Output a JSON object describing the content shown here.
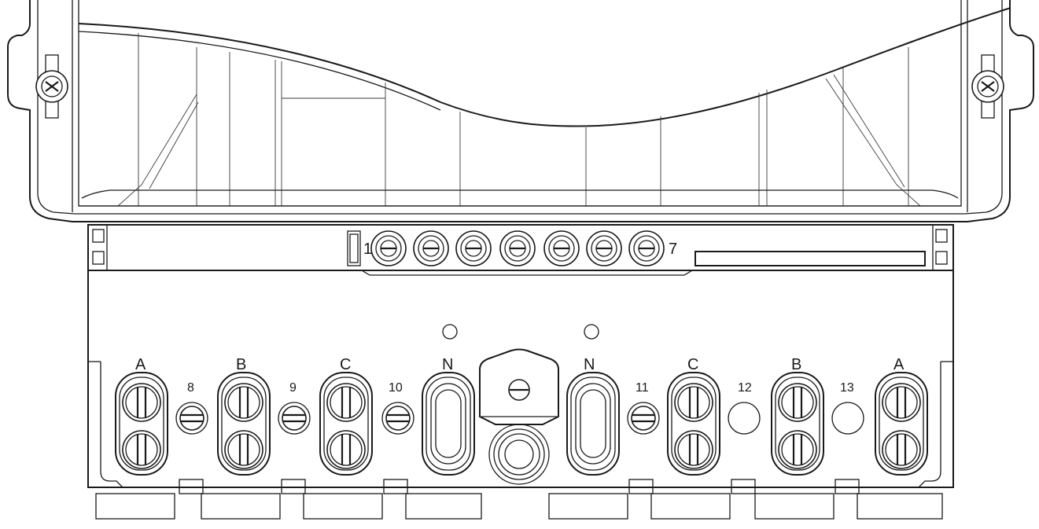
{
  "drawing": {
    "screw_row_label_start": "1",
    "screw_row_label_end": "7",
    "terminal_labels": [
      "A",
      "B",
      "C",
      "N",
      "N",
      "C",
      "B",
      "A"
    ],
    "aux_labels": [
      "8",
      "9",
      "10",
      "11",
      "12",
      "13"
    ]
  },
  "colors": {
    "line": "#1a1a1a",
    "background": "#ffffff"
  }
}
